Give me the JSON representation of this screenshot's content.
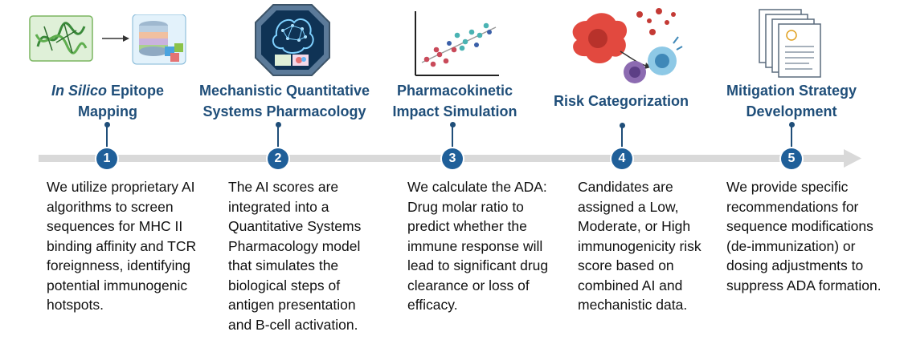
{
  "steps": [
    {
      "number": "1",
      "title_italic": "In Silico",
      "title_rest": " Epitope Mapping",
      "description": "We utilize proprietary AI algorithms to screen sequences for MHC II binding affinity and TCR foreignness, identifying potential immunogenic hotspots.",
      "icon": "protein-to-database-icon"
    },
    {
      "number": "2",
      "title_italic": "",
      "title_rest": "Mechanistic Quantitative Systems Pharmacology",
      "description": "The AI scores are integrated into a Quantitative Systems Pharmacology model that simulates the biological steps of antigen presentation and B-cell activation.",
      "icon": "ai-brain-chip-icon"
    },
    {
      "number": "3",
      "title_italic": "",
      "title_rest": "Pharmacokinetic Impact Simulation",
      "description": "We calculate the ADA: Drug molar ratio to predict whether the immune response will lead to significant drug clearance or loss of efficacy.",
      "icon": "scatter-plot-icon"
    },
    {
      "number": "4",
      "title_italic": "",
      "title_rest": "Risk Categorization",
      "description": "Candidates are assigned a Low, Moderate, or High immunogenicity risk score based on combined AI and mechanistic data.",
      "icon": "immune-cells-icon"
    },
    {
      "number": "5",
      "title_italic": "",
      "title_rest": "Mitigation Strategy Development",
      "description": "We provide specific recommendations for sequence modifications (de-immunization) or dosing adjustments to suppress ADA formation.",
      "icon": "document-stack-icon"
    }
  ],
  "colors": {
    "title": "#1f4e79",
    "badge": "#1f5f99",
    "arrow": "#d9d9d9"
  }
}
